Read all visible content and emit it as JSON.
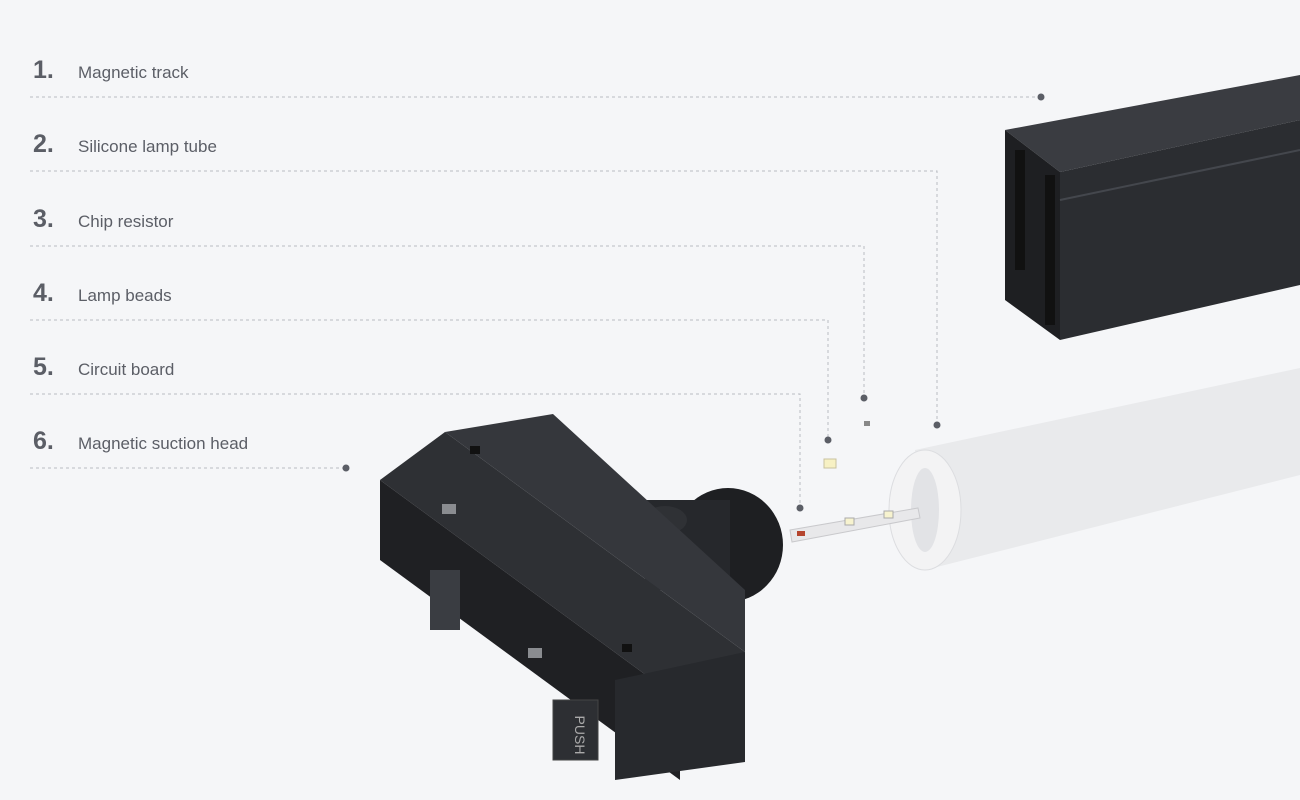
{
  "parts": [
    {
      "number": "1.",
      "label": "Magnetic track"
    },
    {
      "number": "2.",
      "label": "Silicone lamp tube"
    },
    {
      "number": "3.",
      "label": "Chip resistor"
    },
    {
      "number": "4.",
      "label": "Lamp beads"
    },
    {
      "number": "5.",
      "label": "Circuit board"
    },
    {
      "number": "6.",
      "label": "Magnetic suction head"
    }
  ],
  "device": {
    "push_label": "PUSH"
  },
  "colors": {
    "background": "#f5f6f8",
    "text": "#5b5e66",
    "leader": "#b9bcc2",
    "dot": "#5b5e66",
    "product": "#2b2d31"
  }
}
